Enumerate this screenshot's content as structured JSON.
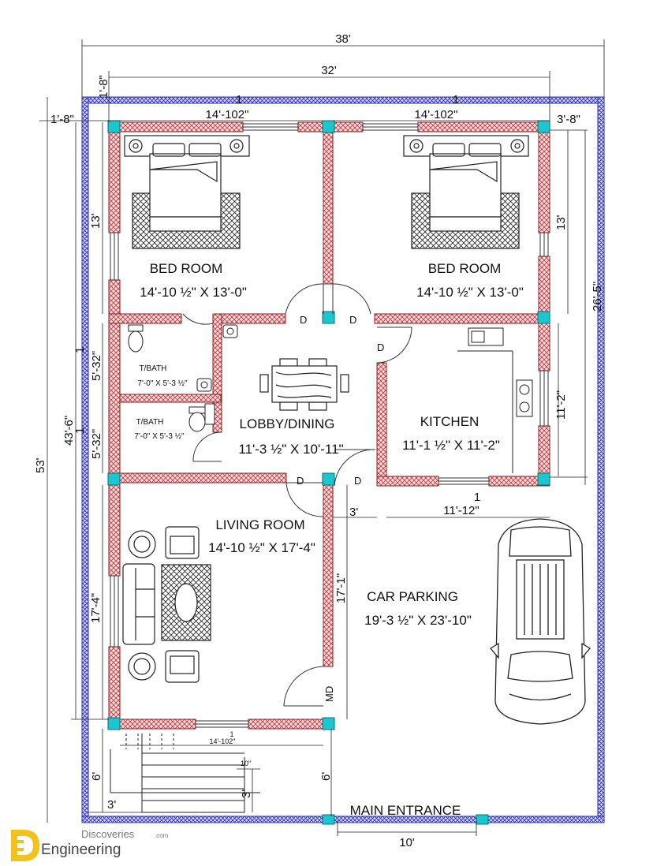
{
  "dimensions": {
    "overall_width": "38'",
    "inner_width": "32'",
    "left_offset_top": "1'-8\"",
    "left_offset_side": "1'-8\"",
    "right_offset": "3'-8\"",
    "bed_width_left": "14'-102\"",
    "bed_width_right": "14'-102\"",
    "fraction_1": "1",
    "fraction_2": "1",
    "fraction_3": "1",
    "bed_left_height": "13'",
    "bed_right_height": "13'",
    "bath_height_1": "5'-32\"",
    "bath_height_2": "5'-32\"",
    "fraction_4": "1",
    "fraction_5": "1",
    "total_depth_inner": "43'-6\"",
    "total_depth": "53'",
    "right_depth": "26'-5\"",
    "kitchen_height": "11'-2\"",
    "kitchen_width": "11'-12\"",
    "lobby_gap": "3'",
    "living_height": "17'-4\"",
    "parking_height": "17'-1\"",
    "front_depth": "6'",
    "front_depth_2": "6'",
    "stair_3_left": "3'",
    "stair_3_right": "3'",
    "stair_width": "14'-102\"",
    "stair_fraction": "1",
    "stair_tread": "10\"",
    "entrance_width": "10'"
  },
  "rooms": {
    "bed_left_name": "BED ROOM",
    "bed_left_size": "14'-10 ½\" X 13'-0\"",
    "bed_right_name": "BED ROOM",
    "bed_right_size": "14'-10 ½\" X 13'-0\"",
    "bath1_name": "T/BATH",
    "bath1_size": "7'-0\" X 5'-3 ½\"",
    "bath2_name": "T/BATH",
    "bath2_size": "7'-0\" X 5'-3 ½\"",
    "lobby_name": "LOBBY/DINING",
    "lobby_size": "11'-3 ½\" X 10'-11\"",
    "kitchen_name": "KITCHEN",
    "kitchen_size": "11'-1 ½\" X 11'-2\"",
    "living_name": "LIVING ROOM",
    "living_size": "14'-10 ½\" X 17'-4\"",
    "parking_name": "CAR PARKING",
    "parking_size": "19'-3 ½\" X 23'-10\"",
    "main_entrance": "MAIN ENTRANCE"
  },
  "doors": {
    "d1": "D",
    "d2": "D",
    "d3": "D",
    "d4": "D",
    "d5": "D",
    "md": "MD"
  },
  "watermark": {
    "line1": "Discoveries",
    "line1_suffix": ".com",
    "line2": "Engineering"
  },
  "colors": {
    "outer_wall": "#2b2fb8",
    "inner_wall": "#c0393d",
    "column": "#1bc6cf"
  }
}
